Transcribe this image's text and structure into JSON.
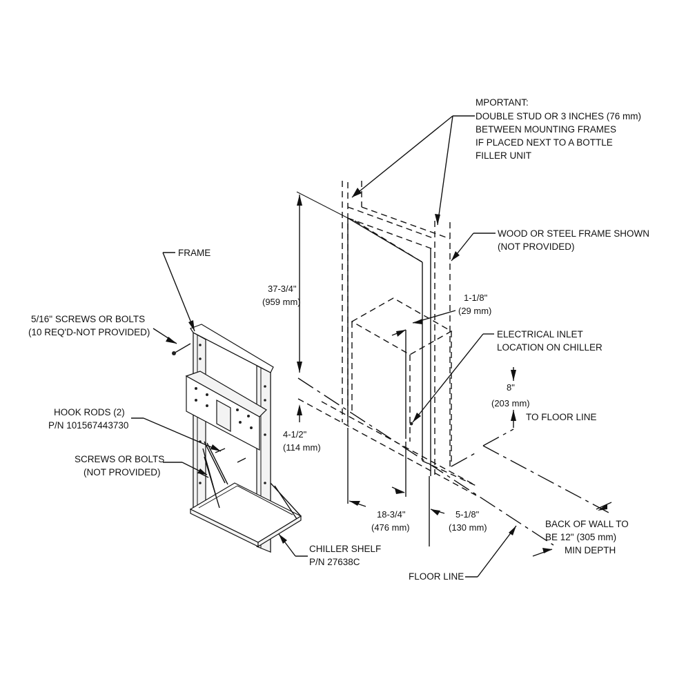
{
  "notes": {
    "important": [
      "MPORTANT:",
      "DOUBLE STUD OR 3 INCHES (76 mm)",
      "BETWEEN MOUNTING FRAMES",
      "IF PLACED NEXT TO A BOTTLE",
      "FILLER UNIT"
    ],
    "wood_frame": [
      "WOOD OR STEEL FRAME SHOWN",
      "(NOT PROVIDED)"
    ],
    "frame": "FRAME",
    "screws_516": [
      "5/16\" SCREWS OR BOLTS",
      "(10 REQ'D-NOT PROVIDED)"
    ],
    "hook_rods": [
      "HOOK RODS (2)",
      "P/N 101567443730"
    ],
    "screws": [
      "SCREWS OR BOLTS",
      "(NOT PROVIDED)"
    ],
    "chiller_shelf": [
      "CHILLER SHELF",
      "P/N 27638C"
    ],
    "electrical": [
      "ELECTRICAL INLET",
      "LOCATION ON CHILLER"
    ],
    "to_floor": "TO FLOOR LINE",
    "floor_line": "FLOOR LINE",
    "back_wall": [
      "BACK OF WALL TO",
      "BE 12\" (305 mm)",
      "MIN DEPTH"
    ]
  },
  "dimensions": {
    "height": [
      "37-3/4\"",
      "(959 mm)"
    ],
    "bottom": [
      "4-1/2\"",
      "(114 mm)"
    ],
    "offset": [
      "1-1/8\"",
      "(29 mm)"
    ],
    "inlet": [
      "8\"",
      "(203 mm)"
    ],
    "width": [
      "18-3/4\"",
      "(476 mm)"
    ],
    "depth": [
      "5-1/8\"",
      "(130 mm)"
    ]
  }
}
